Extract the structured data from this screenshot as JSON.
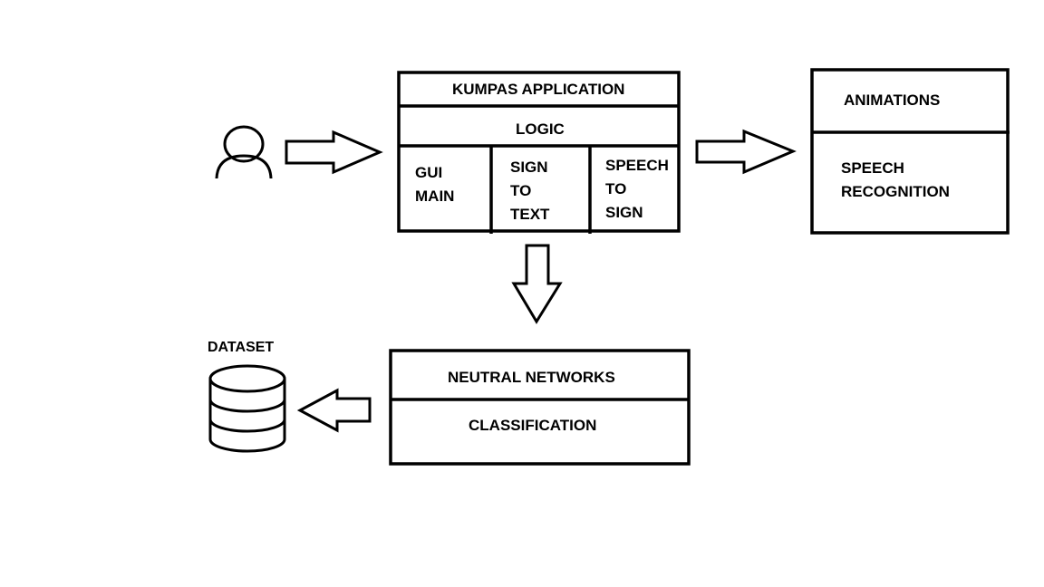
{
  "app": {
    "title": "KUMPAS APPLICATION",
    "logic": "LOGIC",
    "modules": [
      "GUI\nMAIN",
      "SIGN\nTO\nTEXT",
      "SPEECH\nTO\nSIGN"
    ]
  },
  "output": {
    "animations": "ANIMATIONS",
    "speech": "SPEECH\nRECOGNITION"
  },
  "network": {
    "title": "NEUTRAL NETWORKS",
    "classification": "CLASSIFICATION"
  },
  "dataset": {
    "label": "DATASET"
  },
  "icons": {
    "user": "user-icon",
    "database": "database-icon",
    "arrows": [
      "arrow-right-icon",
      "arrow-right-icon",
      "arrow-down-icon",
      "arrow-left-icon"
    ]
  },
  "colors": {
    "stroke": "#000000",
    "background": "#ffffff"
  }
}
